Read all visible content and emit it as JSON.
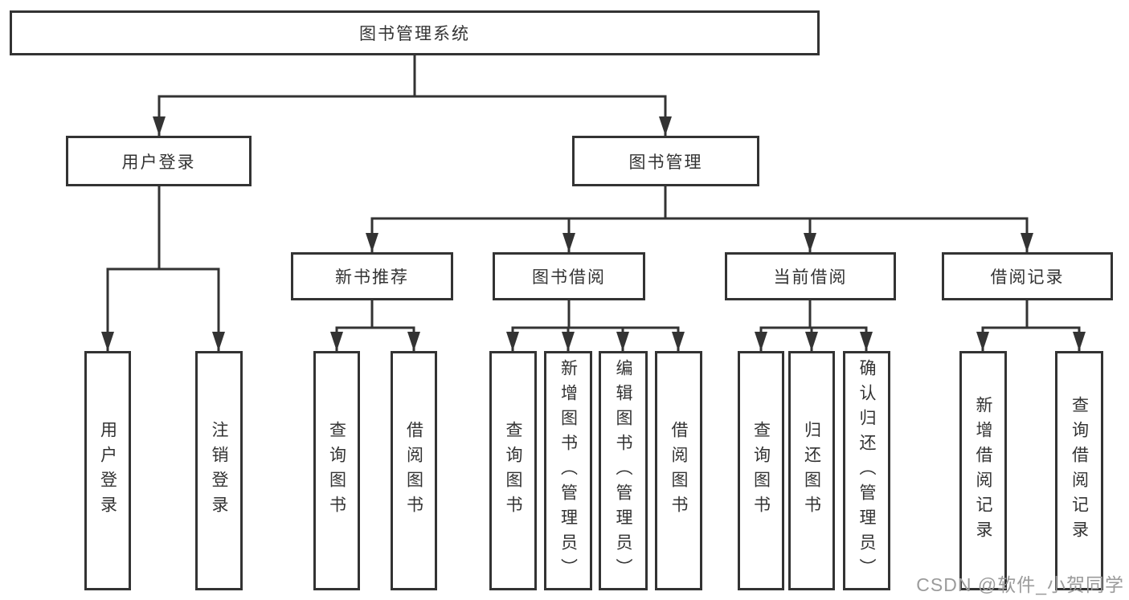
{
  "diagram_type": "hierarchy-tree",
  "colors": {
    "line": "#333333",
    "box_border": "#333333",
    "text": "#333333",
    "background": "#ffffff",
    "watermark_text": "#9b9b9b"
  },
  "tree": {
    "root": {
      "label": "图书管理系统"
    },
    "user_login": {
      "label": "用户登录",
      "children": [
        "用户登录",
        "注销登录"
      ]
    },
    "book_mgmt": {
      "label": "图书管理"
    },
    "new_books": {
      "label": "新书推荐",
      "children": [
        "查询图书",
        "借阅图书"
      ]
    },
    "borrow": {
      "label": "图书借阅",
      "children": [
        "查询图书",
        "新增图书（管理员）",
        "编辑图书（管理员）",
        "借阅图书"
      ]
    },
    "current": {
      "label": "当前借阅",
      "children": [
        "查询图书",
        "归还图书",
        "确认归还（管理员）"
      ]
    },
    "records": {
      "label": "借阅记录",
      "children": [
        "新增借阅记录",
        "查询借阅记录"
      ]
    }
  },
  "watermark": "CSDN @软件_小贺同学"
}
